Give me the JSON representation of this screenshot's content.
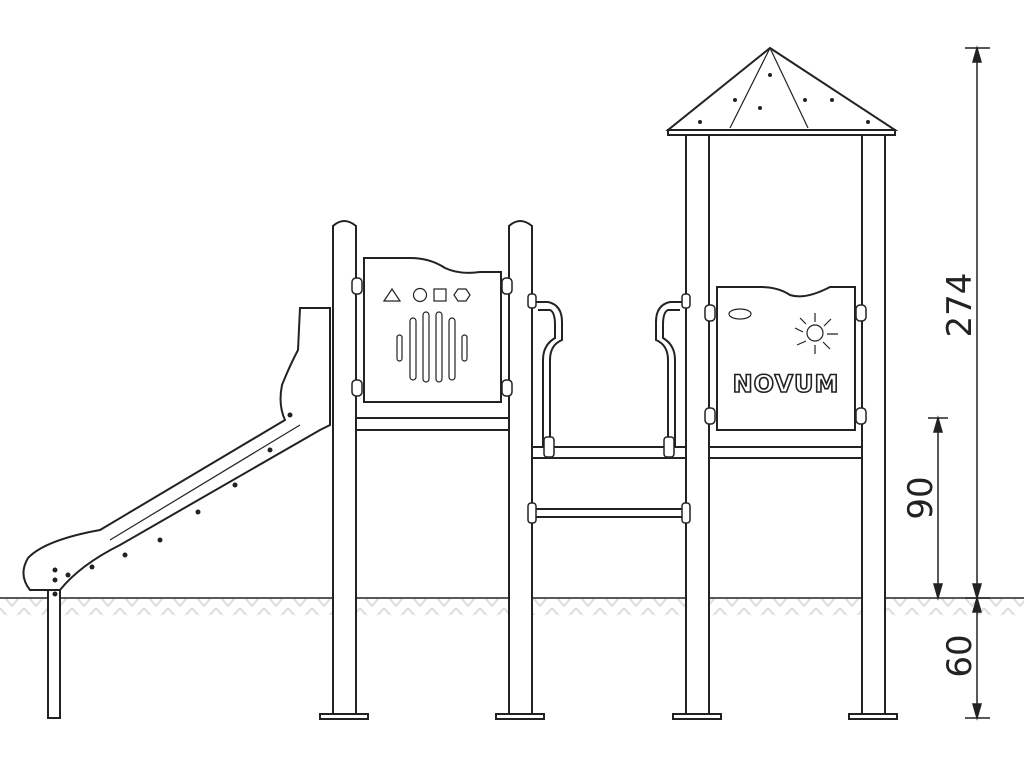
{
  "drawing": {
    "brand_label": "NOVUM",
    "dimensions": {
      "total_height": "274",
      "platform_height": "90",
      "foundation_depth": "60"
    },
    "colors": {
      "line": "#222222",
      "ground_hatch": "#dddddd"
    }
  }
}
